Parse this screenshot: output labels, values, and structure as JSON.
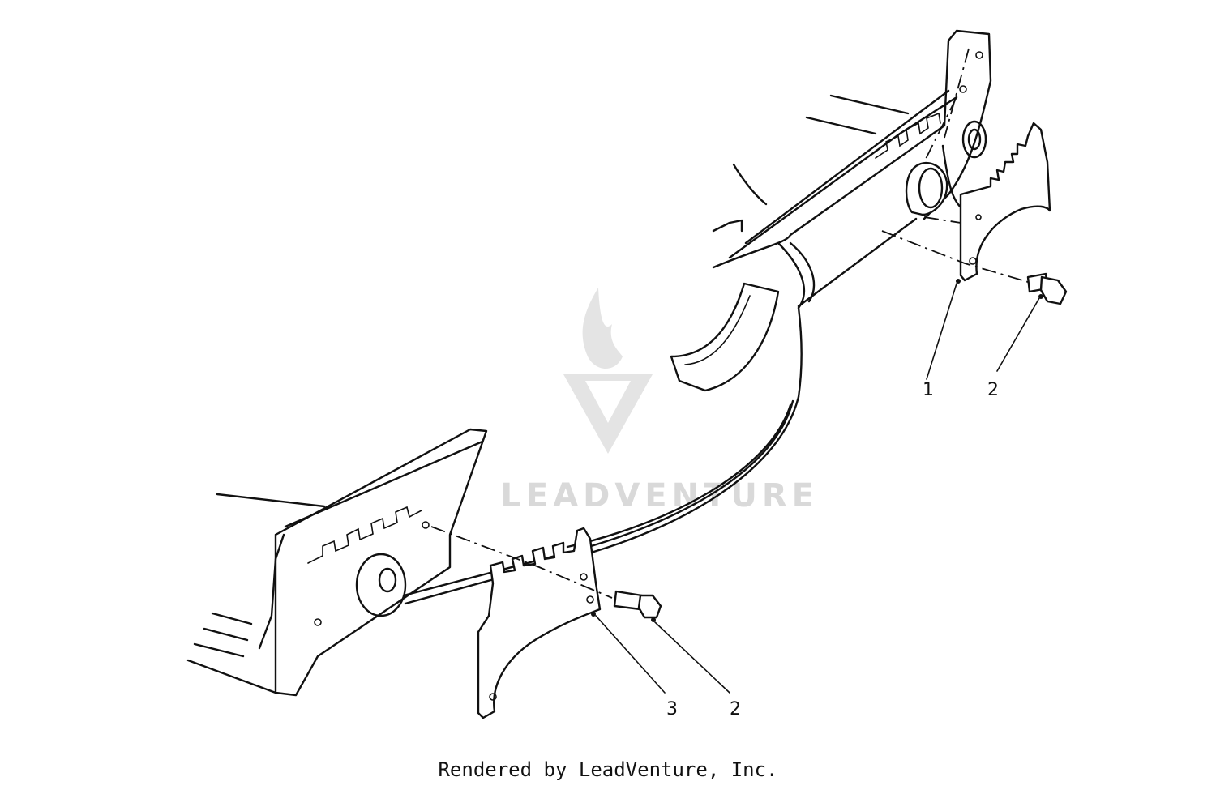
{
  "callouts": {
    "c1": "1",
    "c2_top": "2",
    "c3": "3",
    "c2_bottom": "2"
  },
  "watermark": "LEADVENTURE",
  "footer": "Rendered by LeadVenture, Inc.",
  "colors": {
    "line": "#111111",
    "watermark": "#d9d9d9",
    "background": "#ffffff"
  }
}
